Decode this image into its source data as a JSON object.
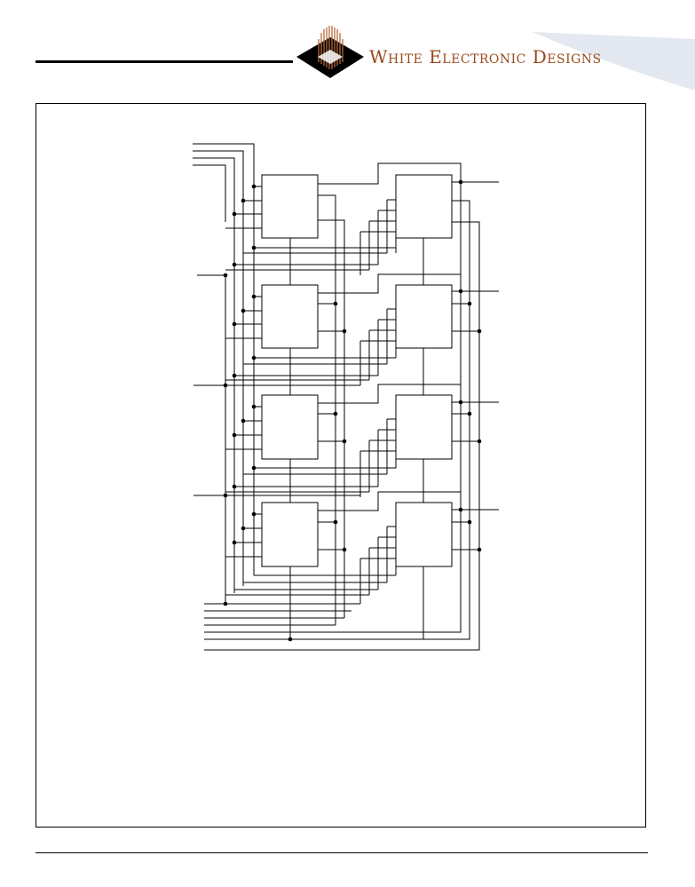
{
  "header": {
    "brand_name": "White Electronic Designs",
    "accent_color": "#9a4a1c",
    "swoosh_color": "#e2e8f0"
  },
  "logo": {
    "icon": "diamond-logo-icon"
  },
  "figure": {
    "description_icon": "block-diagram",
    "rows": 4,
    "columns": 2
  }
}
